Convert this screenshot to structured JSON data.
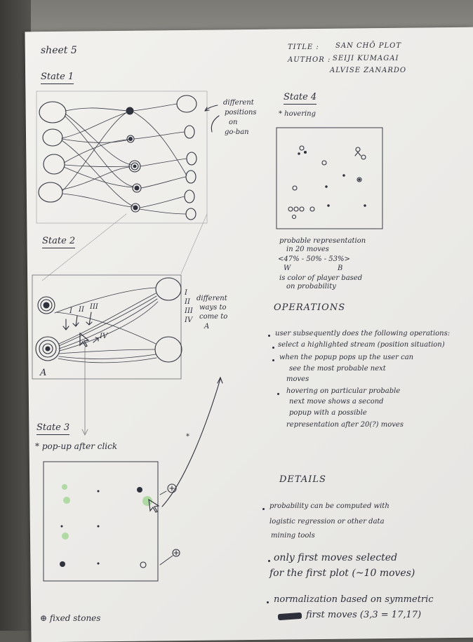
{
  "sheet_label": "sheet 5",
  "header": {
    "title_label": "TITLE :",
    "title_value": "SAN CHŌ PLOT",
    "author_label": "AUTHOR :",
    "author_1": "SEIJI KUMAGAI",
    "author_2": "ALVISE ZANARDO"
  },
  "state1": {
    "heading": "State 1",
    "note_lines": [
      "different",
      "positions",
      "on",
      "go-ban"
    ]
  },
  "state2": {
    "heading": "State 2",
    "roman": [
      "I",
      "II",
      "III",
      "IV"
    ],
    "note_lines": [
      "different",
      "ways to",
      "come to",
      "A"
    ],
    "label_a": "A"
  },
  "state3": {
    "heading": "State 3",
    "note": "* pop-up after click",
    "footer": "⊕ fixed stones"
  },
  "state4": {
    "heading": "State 4",
    "note": "* hovering",
    "caption_lines": [
      "probable representation",
      "in 20 moves",
      "<47% - 50% - 53%>",
      "W                     B",
      "is color of player based",
      "on probability"
    ]
  },
  "operations": {
    "heading": "OPERATIONS",
    "items": [
      [
        "user subsequently does the following operations:"
      ],
      [
        "select a highlighted stream (position situation)"
      ],
      [
        "when the popup pops up the user can",
        "see the most probable next",
        "moves"
      ],
      [
        "hovering on particular probable",
        "next move shows a second",
        "popup with a possible",
        "representation after 20(?) moves"
      ]
    ]
  },
  "details": {
    "heading": "DETAILS",
    "items": [
      [
        "probability can be computed with",
        "logistic regression or other data",
        "mining tools"
      ],
      [
        "only first moves selected",
        "for the first plot (~10 moves)"
      ],
      [
        "normalization based on symmetric",
        "first moves (3,3 = 17,17)"
      ]
    ]
  }
}
